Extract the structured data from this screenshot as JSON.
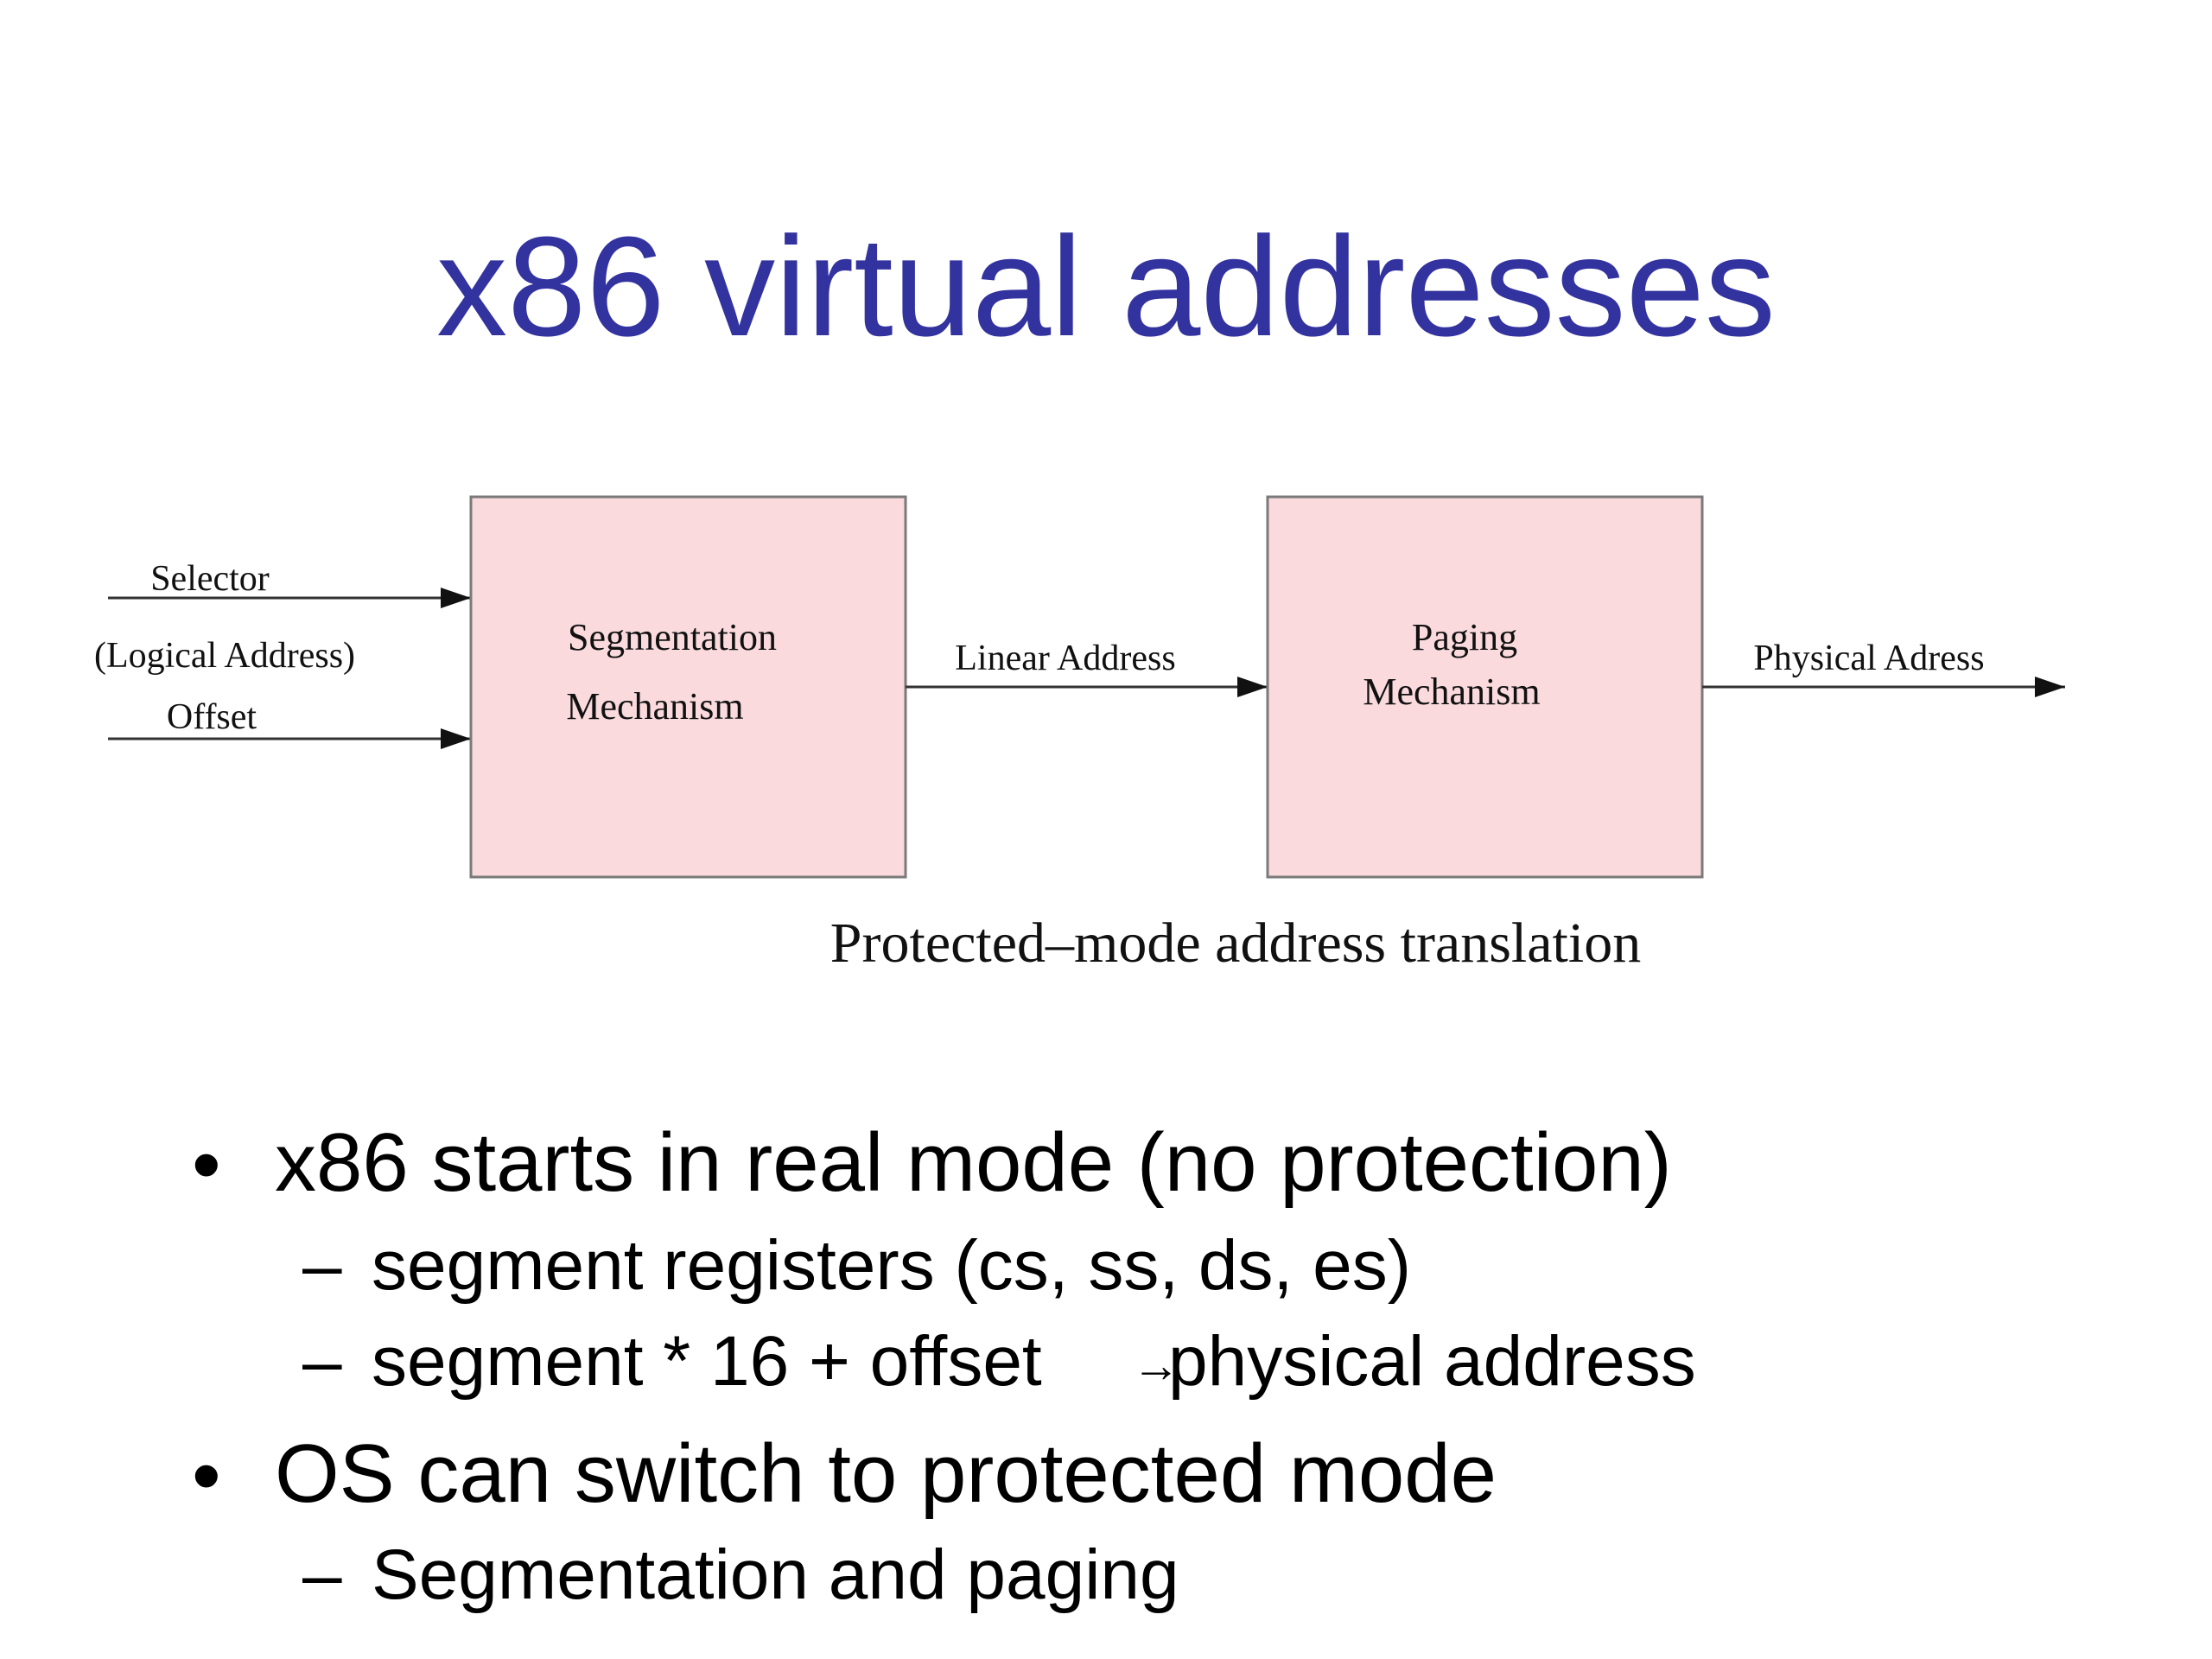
{
  "title": "x86 virtual addresses",
  "diagram": {
    "inputs": {
      "selector": "Selector",
      "logical_address": "(Logical Address)",
      "offset": "Offset"
    },
    "boxes": {
      "segmentation_line1": "Segmentation",
      "segmentation_line2": "Mechanism",
      "paging_line1": "Paging",
      "paging_line2": "Mechanism"
    },
    "edges": {
      "linear_address": "Linear Address",
      "physical_address": "Physical Adress"
    },
    "caption": "Protected–mode address translation",
    "box_fill": "#fadadd",
    "stroke": "#7a7a7a"
  },
  "bullets": [
    {
      "marker": "•",
      "text": "x86 starts in real mode (no protection)",
      "subs": [
        {
          "marker": "–",
          "text": "segment registers (cs, ss, ds, es)"
        },
        {
          "marker": "–",
          "text": "segment * 16 + offset",
          "arrow": "→",
          "text_after": "physical address"
        }
      ]
    },
    {
      "marker": "•",
      "text": "OS can switch to protected mode",
      "subs": [
        {
          "marker": "–",
          "text": "Segmentation and paging"
        }
      ]
    }
  ],
  "colors": {
    "title": "#3333a0",
    "text": "#000000"
  }
}
